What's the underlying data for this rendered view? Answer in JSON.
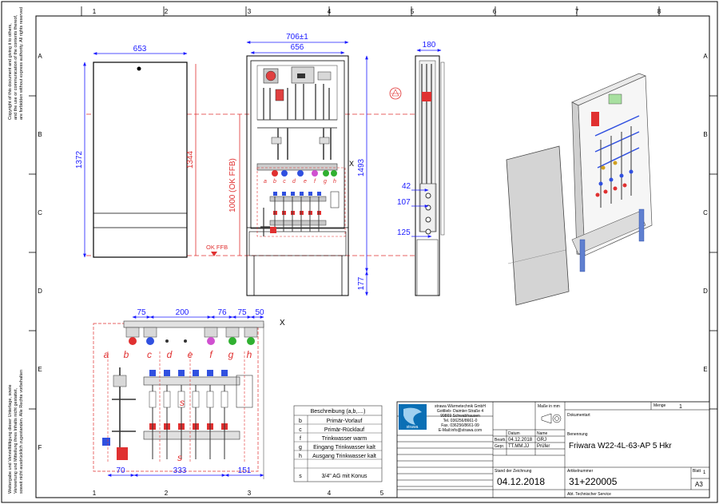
{
  "grid": {
    "columns": [
      "1",
      "2",
      "3",
      "4",
      "5",
      "6",
      "7",
      "8"
    ],
    "rows": [
      "A",
      "B",
      "C",
      "D",
      "E",
      "F"
    ]
  },
  "side_notes": {
    "top": [
      "Copyright of this document and giving it to others,",
      "and the use or communication of the contents thereof,",
      "are forbidden without express authority. All rights reserved"
    ],
    "bottom": [
      "Weitergabe und Vervielfältigung dieser Unterlage, sowie",
      "Verwertung und Mitteilung ihres Inhalts nicht gestattet,",
      "soweit nicht ausdrücklich zugestanden. Alle Rechte vorbehalten"
    ]
  },
  "dimensions": {
    "front_width": "653",
    "front_height": "1372",
    "inner_height": "1344",
    "ffb_height": "1000 (OK FFB)",
    "ok_ffb": "OK FFB",
    "open_outer_width": "706±1",
    "open_inner_width": "656",
    "total_height": "1493",
    "feet": "177",
    "depth": "180",
    "d42": "42",
    "d107": "107",
    "d125": "125",
    "detail_75a": "75",
    "detail_200": "200",
    "detail_76": "76",
    "detail_75b": "75",
    "detail_50": "50",
    "detail_70": "70",
    "detail_333": "333",
    "detail_151": "151",
    "x_mark": "X"
  },
  "detail_letters": [
    "a",
    "b",
    "c",
    "d",
    "e",
    "f",
    "g",
    "h"
  ],
  "small_letters": [
    "a",
    "b",
    "c",
    "d",
    "e",
    "f",
    "g",
    "h"
  ],
  "detail_s": "s",
  "legend": {
    "title": "Beschreibung (a,b,....)",
    "rows": [
      {
        "key": "b",
        "text": "Primär-Vorlauf"
      },
      {
        "key": "c",
        "text": "Primär-Rücklauf"
      },
      {
        "key": "f",
        "text": "Trinkwasser warm"
      },
      {
        "key": "g",
        "text": "Eingang Trinkwasser kalt"
      },
      {
        "key": "h",
        "text": "Ausgang Trinkwasser kalt"
      },
      {
        "key": "s",
        "text": "3/4\" AG mit Konus"
      }
    ]
  },
  "title_block": {
    "company_lines": [
      "strawa Wärmetechnik GmbH",
      "Gottlieb- Daimler-Straße 4",
      "99869 Schwabhausen",
      "Tel. 036256/8661-0",
      "Fax. 036256/8661-99",
      "E-Mail:info@strawa.com"
    ],
    "logo_text": "strawa",
    "mass_label": "Maße in mm",
    "menge_label": "Menge",
    "menge_value": "1",
    "dokumentart_label": "Dokumentart",
    "datum_label": "Datum",
    "name_label": "Name",
    "bearb_label": "Bearb.",
    "bearb_date": "04.12.2018",
    "bearb_name": "GRJ",
    "gepr_label": "Gepr.",
    "gepr_date": "TT.MM.JJ",
    "gepr_name": "Prüfer",
    "benennung_label": "Benennung",
    "benennung_value": "Friwara W22-4L-63-AP 5 Hkr",
    "stand_label": "Stand der Zeichnung",
    "stand_value": "04.12.2018",
    "artikel_label": "Artikelnummer",
    "artikel_value": "31+220005",
    "blatt_label": "Blatt",
    "blatt_value": "1",
    "format_value": "A3",
    "abt_label": "Abt. Technischer Service"
  }
}
